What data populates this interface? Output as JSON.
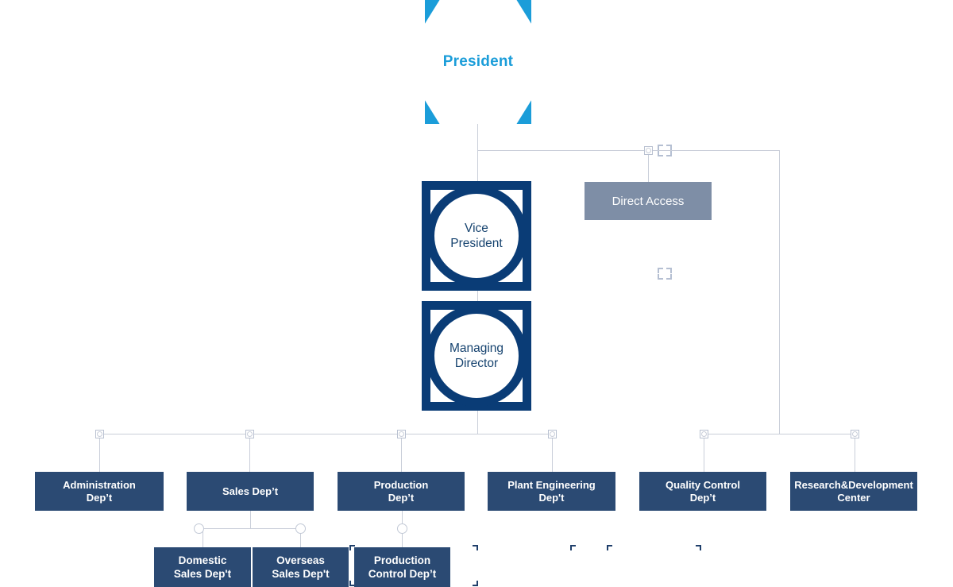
{
  "chart_data": {
    "type": "diagram",
    "title": "Organization Chart",
    "nodes": [
      {
        "id": "president",
        "label": "President",
        "shape": "hexagon-in-square",
        "fill": "#1b9dd9",
        "text_color": "#1b9dd9",
        "level": 0
      },
      {
        "id": "vice-president",
        "label": "Vice\nPresident",
        "shape": "circle-in-square",
        "fill": "#ffffff",
        "stroke": "#0a3c76",
        "level": 1
      },
      {
        "id": "managing-director",
        "label": "Managing\nDirector",
        "shape": "circle-in-square",
        "fill": "#ffffff",
        "stroke": "#0a3c76",
        "level": 2
      },
      {
        "id": "direct-access",
        "label": "Direct Access",
        "shape": "rectangle",
        "fill": "#7e8ea6",
        "text_color": "#ffffff",
        "level": 1
      },
      {
        "id": "administration",
        "label": "Administration Dep’t",
        "shape": "rectangle",
        "fill": "#2b4a73",
        "level": 3
      },
      {
        "id": "sales",
        "label": "Sales Dep’t",
        "shape": "rectangle",
        "fill": "#2b4a73",
        "level": 3
      },
      {
        "id": "production",
        "label": "Production Dep’t",
        "shape": "rectangle",
        "fill": "#2b4a73",
        "level": 3
      },
      {
        "id": "plant-engineering",
        "label": "Plant Engineering Dep't",
        "shape": "rectangle",
        "fill": "#2b4a73",
        "level": 3
      },
      {
        "id": "quality-control",
        "label": "Quality Control Dep’t",
        "shape": "rectangle",
        "fill": "#2b4a73",
        "level": 3
      },
      {
        "id": "rnd-center",
        "label": "Research&Development Center",
        "shape": "rectangle",
        "fill": "#2b4a73",
        "level": 3
      },
      {
        "id": "domestic-sales",
        "label": "Domestic Sales Dep't",
        "shape": "rectangle",
        "fill": "#2b4a73",
        "level": 4
      },
      {
        "id": "overseas-sales",
        "label": "Overseas Sales Dep't",
        "shape": "rectangle",
        "fill": "#2b4a73",
        "level": 4
      },
      {
        "id": "production-control",
        "label": "Production Control Dep’t",
        "shape": "rectangle",
        "fill": "#2b4a73",
        "level": 4
      }
    ],
    "edges": [
      {
        "from": "president",
        "to": "vice-president"
      },
      {
        "from": "president",
        "to": "direct-access"
      },
      {
        "from": "vice-president",
        "to": "managing-director"
      },
      {
        "from": "managing-director",
        "to": "administration"
      },
      {
        "from": "managing-director",
        "to": "sales"
      },
      {
        "from": "managing-director",
        "to": "production"
      },
      {
        "from": "managing-director",
        "to": "plant-engineering"
      },
      {
        "from": "president",
        "to": "quality-control"
      },
      {
        "from": "president",
        "to": "rnd-center"
      },
      {
        "from": "sales",
        "to": "domestic-sales"
      },
      {
        "from": "sales",
        "to": "overseas-sales"
      },
      {
        "from": "production",
        "to": "production-control"
      }
    ],
    "colors": {
      "accent_blue": "#1b9dd9",
      "navy": "#0a3c76",
      "dept_navy": "#2b4a73",
      "gray_blue": "#7e8ea6",
      "line": "#c9ced9"
    }
  },
  "nodes": {
    "president": {
      "label": "President"
    },
    "vice_president": {
      "line1": "Vice",
      "line2": "President"
    },
    "managing_director": {
      "line1": "Managing",
      "line2": "Director"
    },
    "direct_access": {
      "label": "Direct Access"
    },
    "administration": {
      "line1": "Administration",
      "line2": "Dep’t"
    },
    "sales": {
      "line1": "Sales Dep’t"
    },
    "production": {
      "line1": "Production",
      "line2": "Dep’t"
    },
    "plant_engineering": {
      "line1": "Plant Engineering",
      "line2": "Dep't"
    },
    "quality_control": {
      "line1": "Quality Control",
      "line2": "Dep’t"
    },
    "rnd_center": {
      "line1": "Research&Development",
      "line2": "Center"
    },
    "domestic_sales": {
      "line1": "Domestic",
      "line2": "Sales Dep't"
    },
    "overseas_sales": {
      "line1": "Overseas",
      "line2": "Sales Dep't"
    },
    "production_control": {
      "line1": "Production",
      "line2": "Control Dep’t"
    }
  }
}
